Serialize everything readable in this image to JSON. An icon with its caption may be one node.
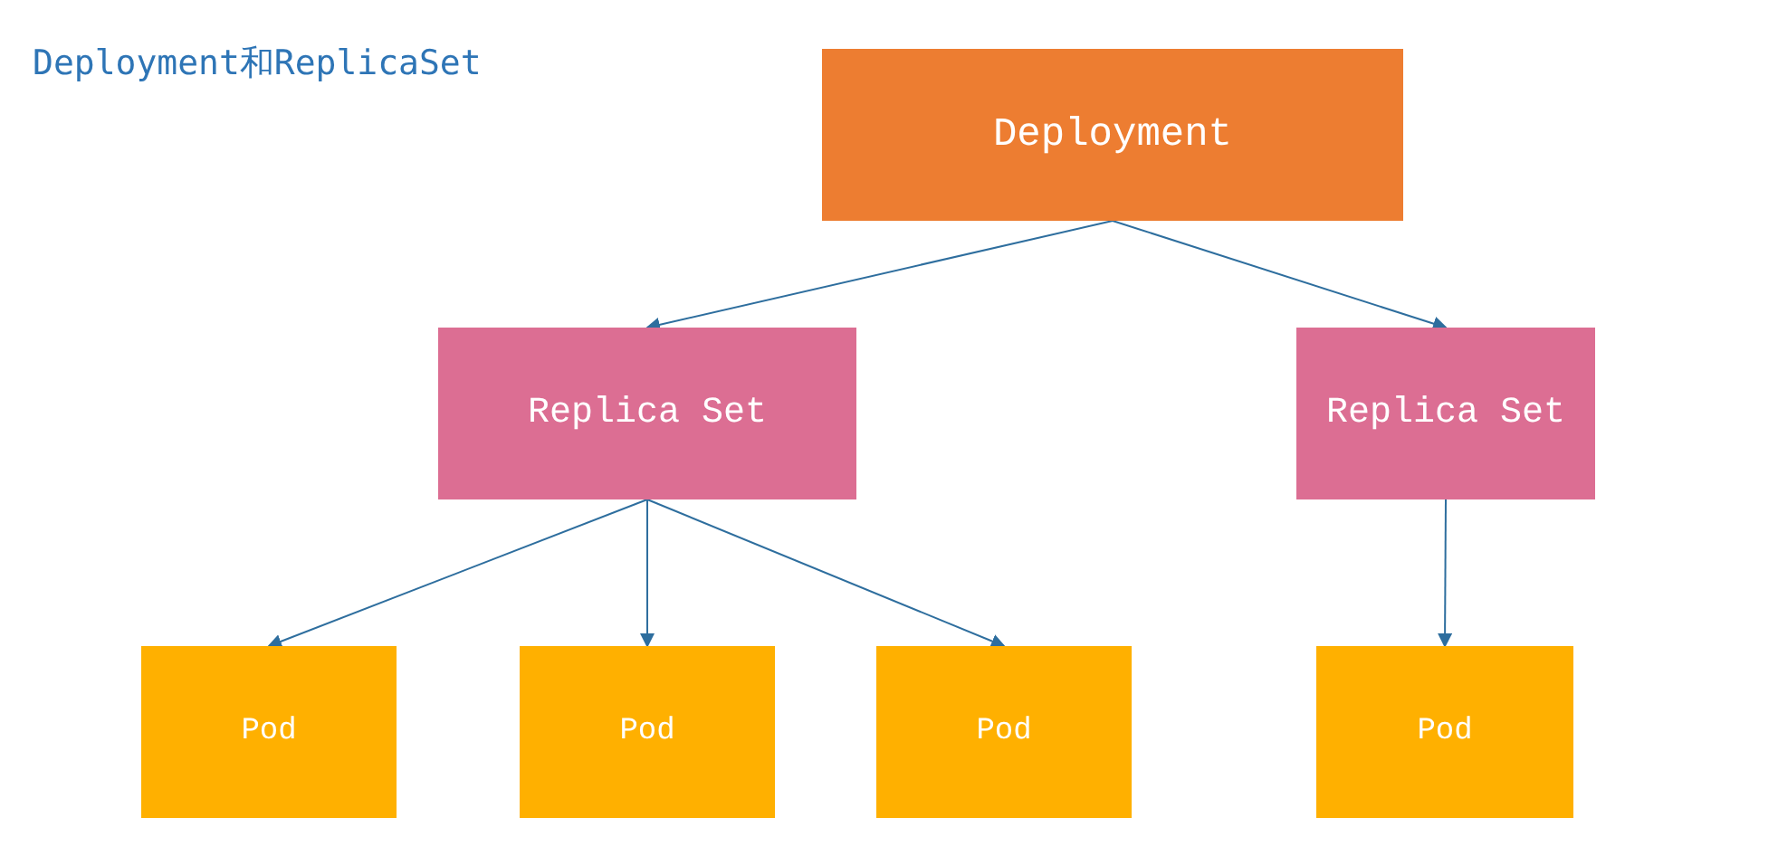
{
  "diagram": {
    "title": "Deployment和ReplicaSet",
    "nodes": [
      {
        "text": [
          "Deployment"
        ]
      },
      {
        "text": [
          "Replica Set"
        ]
      },
      {
        "text": [
          "Replica Set"
        ]
      },
      {
        "text": [
          "Pod"
        ]
      },
      {
        "text": [
          "Pod"
        ]
      },
      {
        "text": [
          "Pod"
        ]
      },
      {
        "text": [
          "Pod"
        ]
      }
    ],
    "edges": [
      {
        "from": 0,
        "to": 1,
        "arrow": "to"
      },
      {
        "from": 0,
        "to": 2,
        "arrow": "to"
      },
      {
        "from": 1,
        "to": 3,
        "arrow": "to"
      },
      {
        "from": 1,
        "to": 4,
        "arrow": "to"
      },
      {
        "from": 1,
        "to": 5,
        "arrow": "to"
      },
      {
        "from": 2,
        "to": 6,
        "arrow": "to"
      }
    ]
  }
}
